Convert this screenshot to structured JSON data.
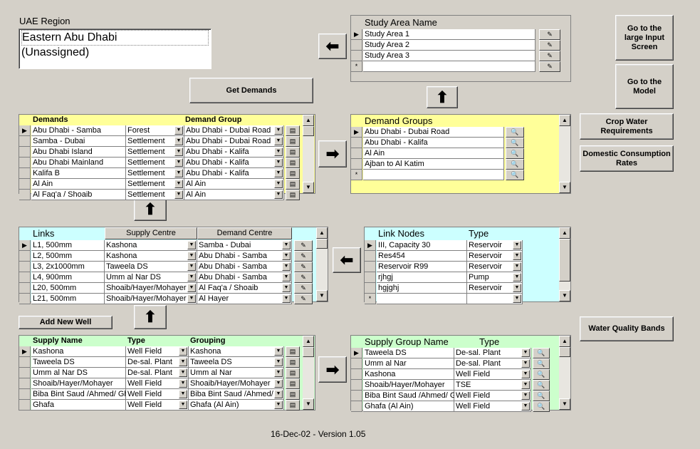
{
  "uae_region": {
    "label": "UAE Region",
    "items": [
      "Eastern Abu Dhabi",
      "(Unassigned)"
    ]
  },
  "study_area": {
    "header": "Study Area Name",
    "rows": [
      "Study Area 1",
      "Study Area 2",
      "Study Area 3"
    ]
  },
  "buttons": {
    "large_input": "Go to the large Input Screen",
    "go_model": "Go to the Model",
    "crop_water": "Crop Water Requirements",
    "domestic": "Domestic Consumption Rates",
    "water_quality": "Water Quality Bands",
    "get_demands": "Get Demands",
    "add_new_well": "Add New Well"
  },
  "arrows": {
    "left": "⬅",
    "right": "➡",
    "up": "⬆"
  },
  "row_icons": {
    "grid": "▤",
    "magnify": "🔍",
    "edit": "✎"
  },
  "demands": {
    "headers": {
      "name": "Demands",
      "group": "Demand Group"
    },
    "rows": [
      {
        "name": "Abu Dhabi - Samba",
        "type": "Forest",
        "group": "Abu Dhabi - Dubai Road"
      },
      {
        "name": "Samba - Dubai",
        "type": "Settlement",
        "group": "Abu Dhabi - Dubai Road"
      },
      {
        "name": "Abu Dhabi Island",
        "type": "Settlement",
        "group": "Abu Dhabi - Kalifa"
      },
      {
        "name": "Abu Dhabi Mainland",
        "type": "Settlement",
        "group": "Abu Dhabi - Kalifa"
      },
      {
        "name": "Kalifa B",
        "type": "Settlement",
        "group": "Abu Dhabi - Kalifa"
      },
      {
        "name": "Al Ain",
        "type": "Settlement",
        "group": "Al Ain"
      },
      {
        "name": "Al Faq'a / Shoaib",
        "type": "Settlement",
        "group": "Al Ain"
      }
    ]
  },
  "demand_groups": {
    "header": "Demand Groups",
    "rows": [
      "Abu Dhabi - Dubai Road",
      "Abu Dhabi - Kalifa",
      "Al Ain",
      "Ajban to Al Katim"
    ]
  },
  "links": {
    "headers": {
      "name": "Links",
      "supply": "Supply Centre",
      "demand": "Demand Centre"
    },
    "rows": [
      {
        "name": "L1, 500mm",
        "supply": "Kashona",
        "demand": "Samba - Dubai"
      },
      {
        "name": "L2, 500mm",
        "supply": "Kashona",
        "demand": "Abu Dhabi - Samba"
      },
      {
        "name": "L3, 2x1000mm",
        "supply": "Taweela DS",
        "demand": "Abu Dhabi - Samba"
      },
      {
        "name": "L4, 900mm",
        "supply": "Umm al Nar DS",
        "demand": "Abu Dhabi - Samba"
      },
      {
        "name": "L20, 500mm",
        "supply": "Shoaib/Hayer/Mohayer",
        "demand": "Al Faq'a / Shoaib"
      },
      {
        "name": "L21, 500mm",
        "supply": "Shoaib/Hayer/Mohayer",
        "demand": "Al Hayer"
      }
    ]
  },
  "link_nodes": {
    "headers": {
      "name": "Link Nodes",
      "type": "Type"
    },
    "rows": [
      {
        "name": "III, Capacity 30",
        "type": "Reservoir"
      },
      {
        "name": "Res454",
        "type": "Reservoir"
      },
      {
        "name": "Reservoir R99",
        "type": "Reservoir"
      },
      {
        "name": "rjhgj",
        "type": "Pump"
      },
      {
        "name": "hgjghj",
        "type": "Reservoir"
      }
    ]
  },
  "supply": {
    "headers": {
      "name": "Supply Name",
      "type": "Type",
      "group": "Grouping"
    },
    "rows": [
      {
        "name": "Kashona",
        "type": "Well Field",
        "group": "Kashona"
      },
      {
        "name": "Taweela DS",
        "type": "De-sal. Plant",
        "group": "Taweela DS"
      },
      {
        "name": "Umm al Nar DS",
        "type": "De-sal. Plant",
        "group": "Umm al Nar"
      },
      {
        "name": "Shoaib/Hayer/Mohayer",
        "type": "Well Field",
        "group": "Shoaib/Hayer/Mohayer"
      },
      {
        "name": "Biba Bint Saud /Ahmed/ Gh",
        "type": "Well Field",
        "group": "Biba Bint Saud /Ahmed/"
      },
      {
        "name": "Ghafa",
        "type": "Well Field",
        "group": "Ghafa (Al Ain)"
      }
    ]
  },
  "supply_groups": {
    "headers": {
      "name": "Supply Group Name",
      "type": "Type"
    },
    "rows": [
      {
        "name": "Taweela DS",
        "type": "De-sal. Plant"
      },
      {
        "name": "Umm al Nar",
        "type": "De-sal. Plant"
      },
      {
        "name": "Kashona",
        "type": "Well Field"
      },
      {
        "name": "Shoaib/Hayer/Mohayer",
        "type": "TSE"
      },
      {
        "name": "Biba Bint Saud /Ahmed/ Gl",
        "type": "Well Field"
      },
      {
        "name": "Ghafa (Al Ain)",
        "type": "Well Field"
      }
    ]
  },
  "version": "16-Dec-02 - Version 1.05"
}
